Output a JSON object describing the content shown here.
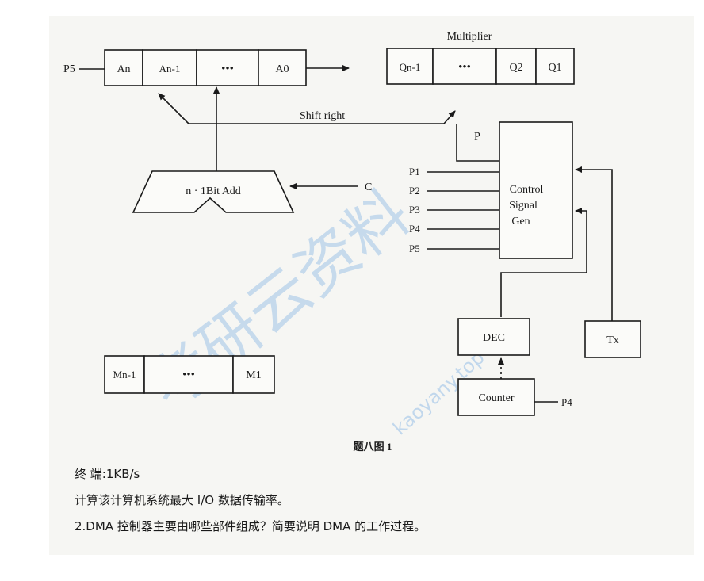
{
  "diagram": {
    "a_register": {
      "input_label": "P5",
      "cells": [
        "An",
        "An-1",
        "•••",
        "A0"
      ]
    },
    "multiplier": {
      "title": "Multiplier",
      "cells": [
        "Qn-1",
        "•••",
        "Q2",
        "Q1"
      ]
    },
    "shift_label": "Shift right",
    "p_label": "P",
    "adder_label": "n · 1Bit Add",
    "carry_label": "C",
    "control_gen": {
      "lines": [
        "Control",
        "Signal",
        "Gen"
      ]
    },
    "control_inputs": [
      "P1",
      "P2",
      "P3",
      "P4",
      "P5"
    ],
    "dec_label": "DEC",
    "counter_label": "Counter",
    "counter_input": "P4",
    "tx_label": "Tx",
    "m_register": {
      "cells": [
        "Mn-1",
        "•••",
        "M1"
      ]
    },
    "caption": "题八图 1"
  },
  "text": {
    "terminal_line": "终  端:1KB/s",
    "question_line": "计算该计算机系统最大 I/O 数据传输率。",
    "q2_line": "2.DMA 控制器主要由哪些部件组成？简要说明 DMA 的工作过程。"
  },
  "watermark": {
    "text": "考研云资料",
    "url": "kaoyany.top",
    "color": "#9fc4e8"
  }
}
